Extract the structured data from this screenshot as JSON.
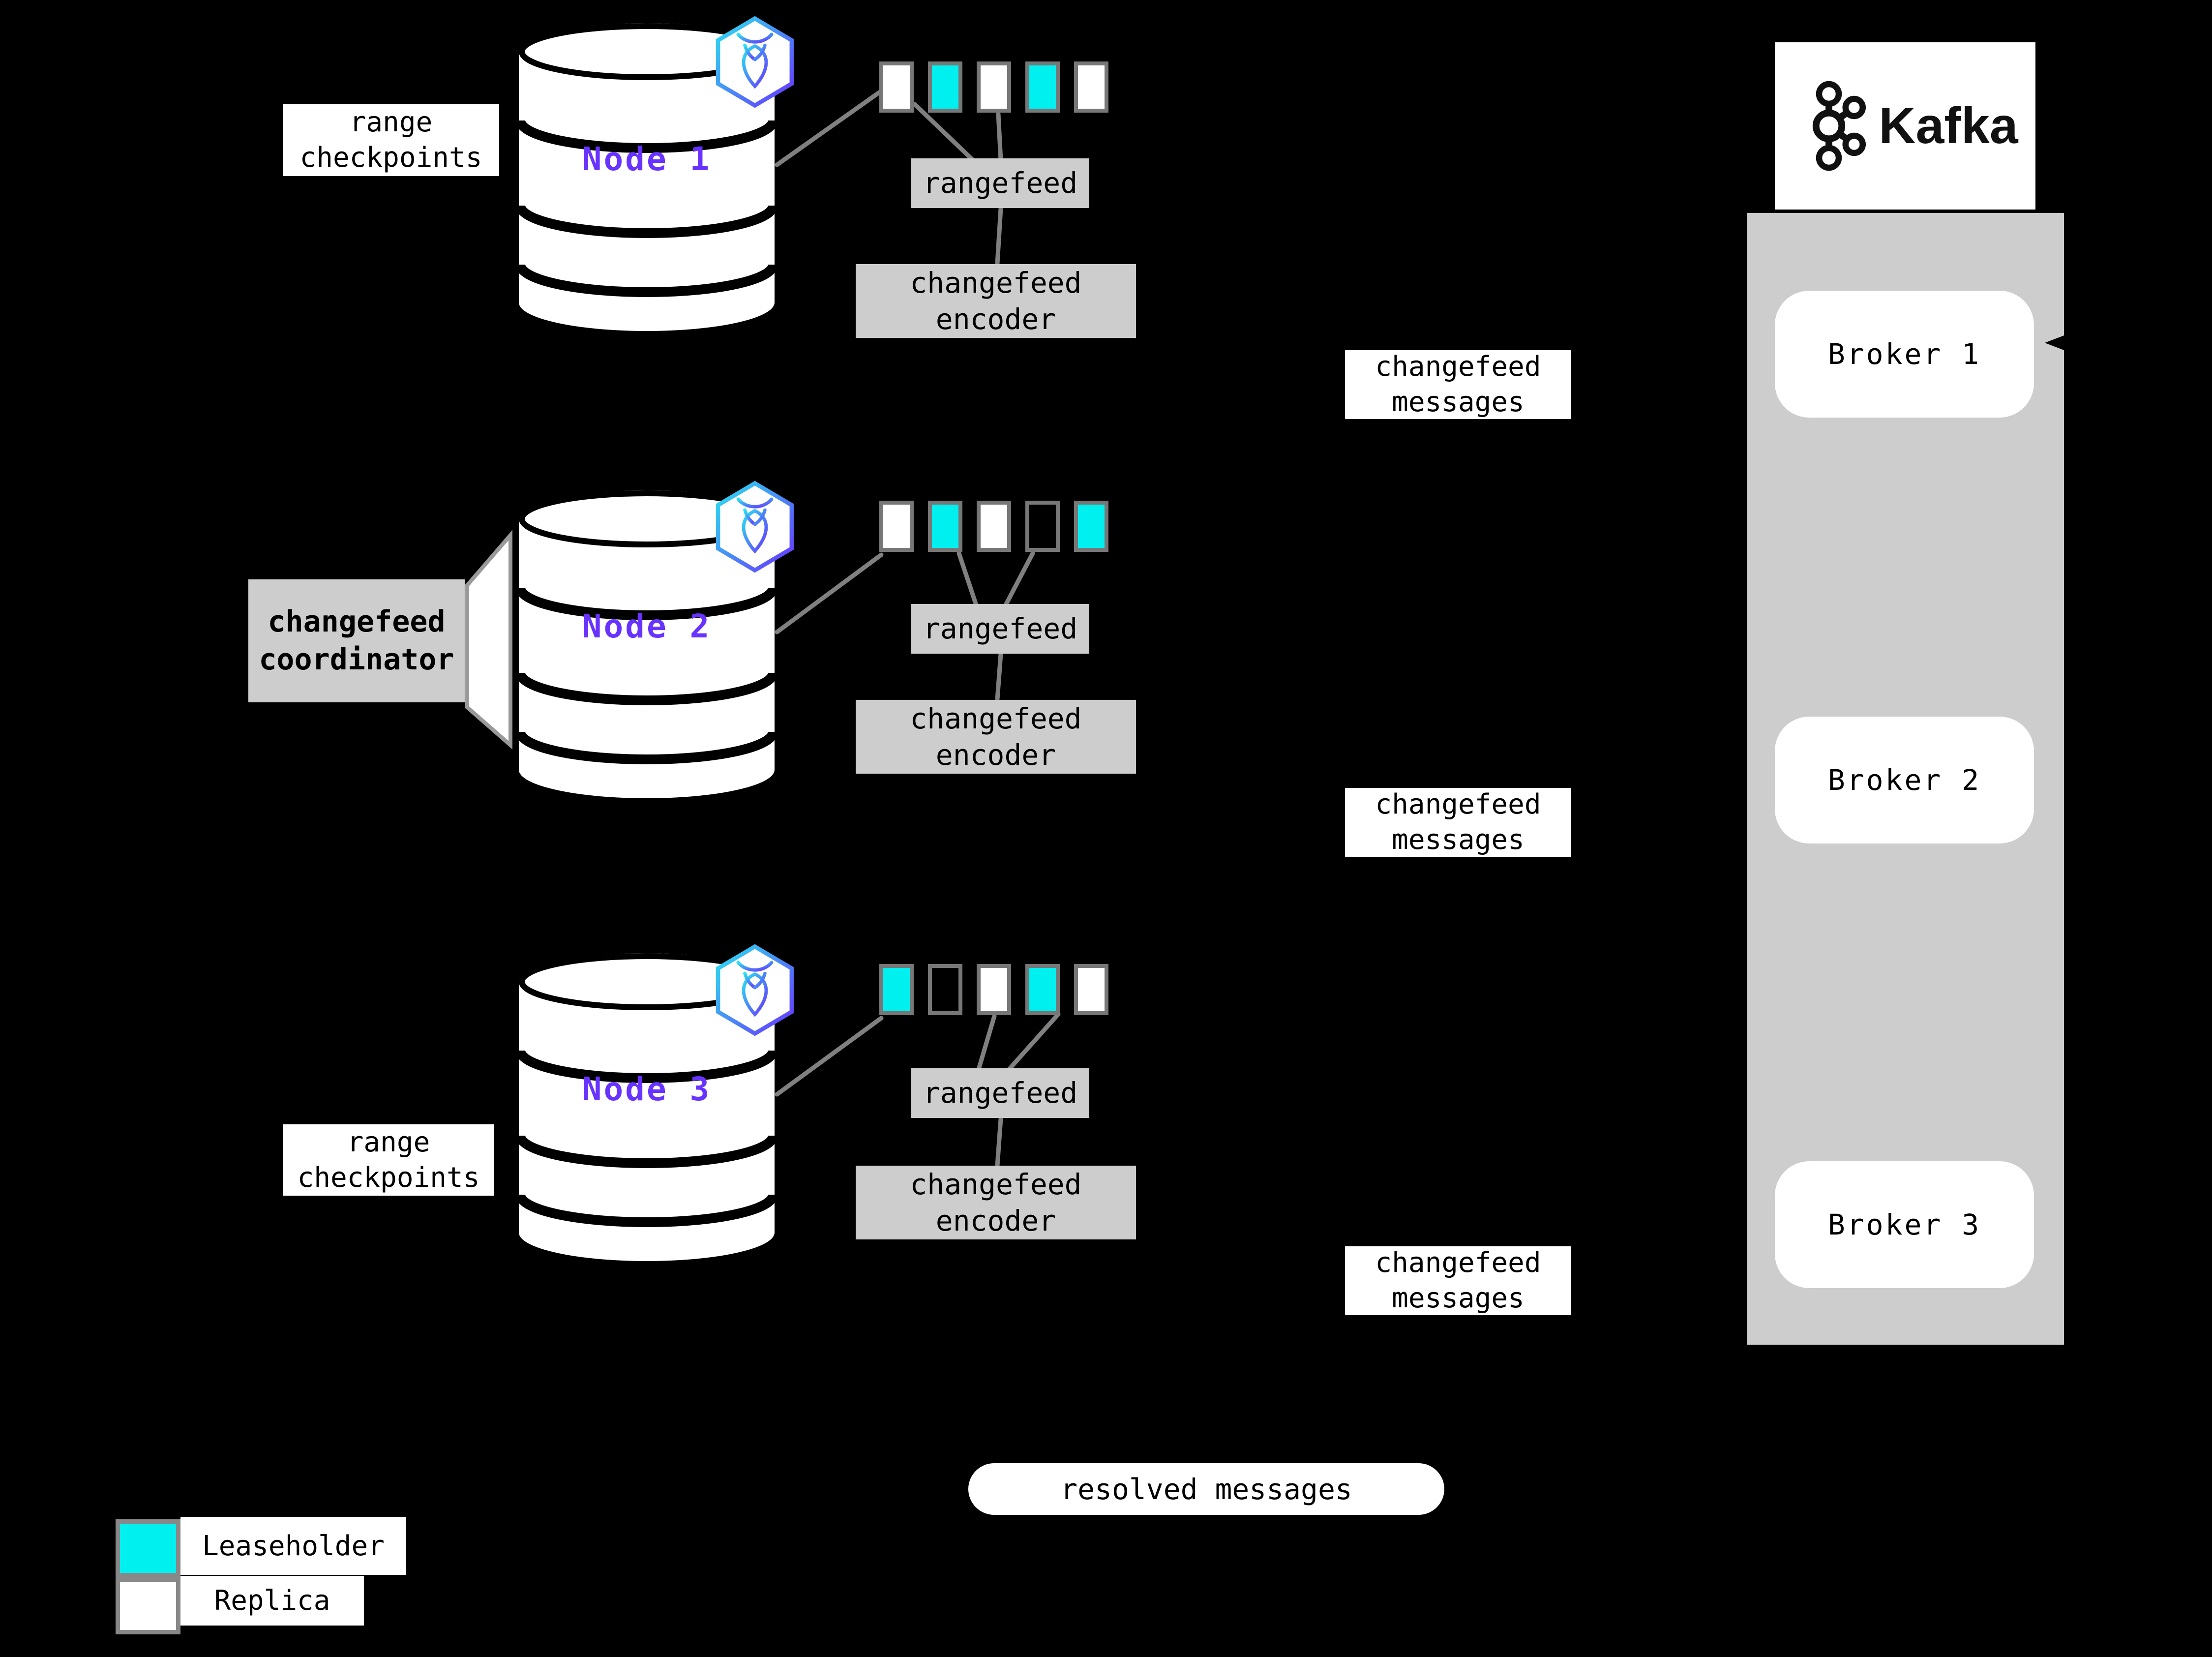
{
  "colors": {
    "bg": "#000000",
    "leaseholder": "#00EFEF",
    "replica": "#FFFFFF",
    "node-label": "#6933FF",
    "box-gray": "#CDCDCD",
    "line-gray": "#808080",
    "border-gray": "#777777"
  },
  "range_checkpoints": {
    "line1": "range",
    "line2": "checkpoints"
  },
  "coordinator": {
    "line1": "changefeed",
    "line2": "coordinator"
  },
  "nodes": [
    {
      "label": "Node 1",
      "ranges": [
        "replica",
        "leaseholder",
        "replica",
        "leaseholder",
        "replica"
      ],
      "rangefeed": "rangefeed",
      "encoder_line1": "changefeed",
      "encoder_line2": "encoder",
      "messages_line1": "changefeed",
      "messages_line2": "messages"
    },
    {
      "label": "Node 2",
      "ranges": [
        "replica",
        "leaseholder",
        "replica",
        "empty",
        "leaseholder"
      ],
      "rangefeed": "rangefeed",
      "encoder_line1": "changefeed",
      "encoder_line2": "encoder",
      "messages_line1": "changefeed",
      "messages_line2": "messages"
    },
    {
      "label": "Node 3",
      "ranges": [
        "leaseholder",
        "empty",
        "replica",
        "leaseholder",
        "replica"
      ],
      "rangefeed": "rangefeed",
      "encoder_line1": "changefeed",
      "encoder_line2": "encoder",
      "messages_line1": "changefeed",
      "messages_line2": "messages"
    }
  ],
  "kafka": {
    "brand": "Kafka",
    "brokers": [
      "Broker 1",
      "Broker 2",
      "Broker 3"
    ]
  },
  "resolved_messages": "resolved messages",
  "legend": {
    "items": [
      {
        "type": "leaseholder",
        "label": "Leaseholder"
      },
      {
        "type": "replica",
        "label": "Replica"
      }
    ]
  }
}
